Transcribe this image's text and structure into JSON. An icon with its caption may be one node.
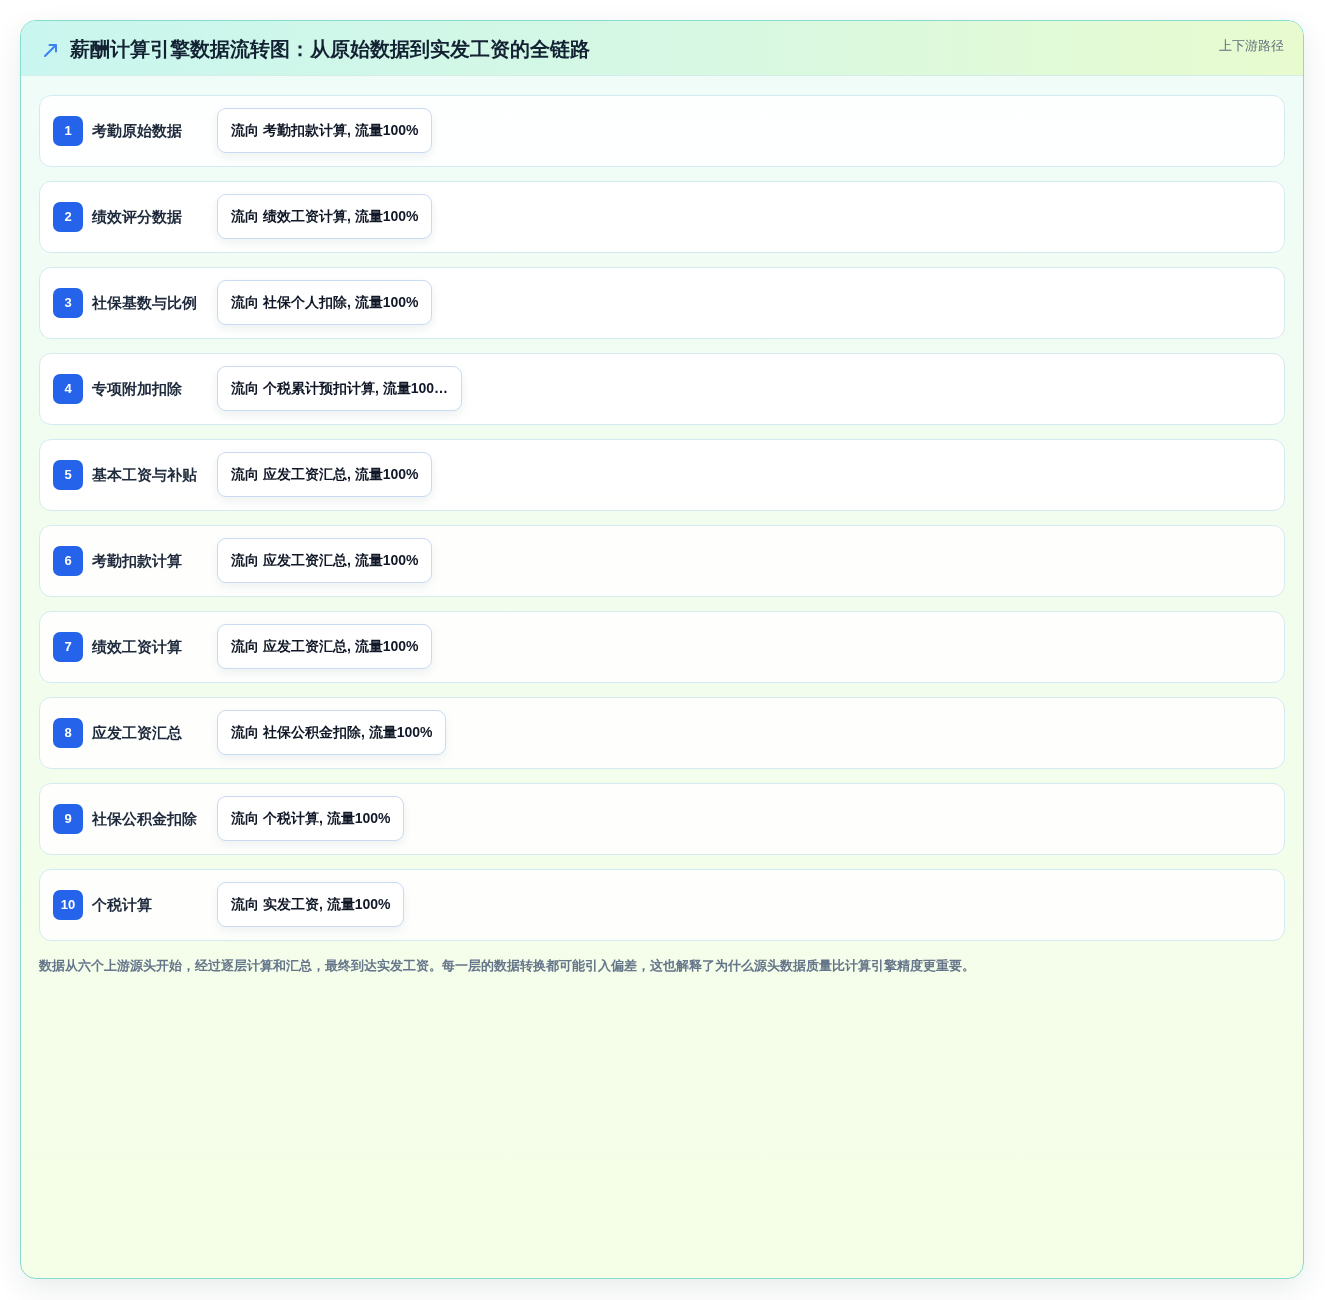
{
  "diagram": {
    "title": "薪酬计算引擎数据流转图：从原始数据到实发工资的全链路",
    "caption": "数据从六个上游源头开始，经过逐层计算和汇总，最终到达实发工资。每一层的数据转换都可能引入偏差，这也解释了为什么源头数据质量比计算引擎精度更重要。",
    "labels": [
      "上下游路径"
    ],
    "nodes": [
      {
        "text": [
          "考勤原始数据"
        ]
      },
      {
        "text": [
          "1"
        ],
        "in": 0
      },
      {
        "text": [
          "流向 考勤扣款计算, 流量100%"
        ],
        "in": 0
      },
      {
        "text": [
          "绩效评分数据"
        ]
      },
      {
        "text": [
          "2"
        ],
        "in": 3
      },
      {
        "text": [
          "流向 绩效工资计算, 流量100%"
        ],
        "in": 3
      },
      {
        "text": [
          "社保基数与比例"
        ]
      },
      {
        "text": [
          "3"
        ],
        "in": 6
      },
      {
        "text": [
          "流向 社保个人扣除, 流量100%"
        ],
        "in": 6
      },
      {
        "text": [
          "专项附加扣除"
        ]
      },
      {
        "text": [
          "4"
        ],
        "in": 9
      },
      {
        "text": [
          "流向 个税累计预扣计算, 流量100…"
        ],
        "in": 9
      },
      {
        "text": [
          "基本工资与补贴"
        ]
      },
      {
        "text": [
          "5"
        ],
        "in": 12
      },
      {
        "text": [
          "流向 应发工资汇总, 流量100%"
        ],
        "in": 12
      },
      {
        "text": [
          "考勤扣款计算"
        ]
      },
      {
        "text": [
          "6"
        ],
        "in": 15
      },
      {
        "text": [
          "流向 应发工资汇总, 流量100%"
        ],
        "in": 15
      },
      {
        "text": [
          "绩效工资计算"
        ]
      },
      {
        "text": [
          "7"
        ],
        "in": 18
      },
      {
        "text": [
          "流向 应发工资汇总, 流量100%"
        ],
        "in": 18
      },
      {
        "text": [
          "应发工资汇总"
        ]
      },
      {
        "text": [
          "8"
        ],
        "in": 21
      },
      {
        "text": [
          "流向 社保公积金扣除, 流量100%"
        ],
        "in": 21
      },
      {
        "text": [
          "社保公积金扣除"
        ]
      },
      {
        "text": [
          "9"
        ],
        "in": 24
      },
      {
        "text": [
          "流向 个税计算, 流量100%"
        ],
        "in": 24
      },
      {
        "text": [
          "个税计算"
        ]
      },
      {
        "text": [
          "10"
        ],
        "in": 27
      },
      {
        "text": [
          "流向 实发工资, 流量100%"
        ],
        "in": 27
      }
    ]
  }
}
